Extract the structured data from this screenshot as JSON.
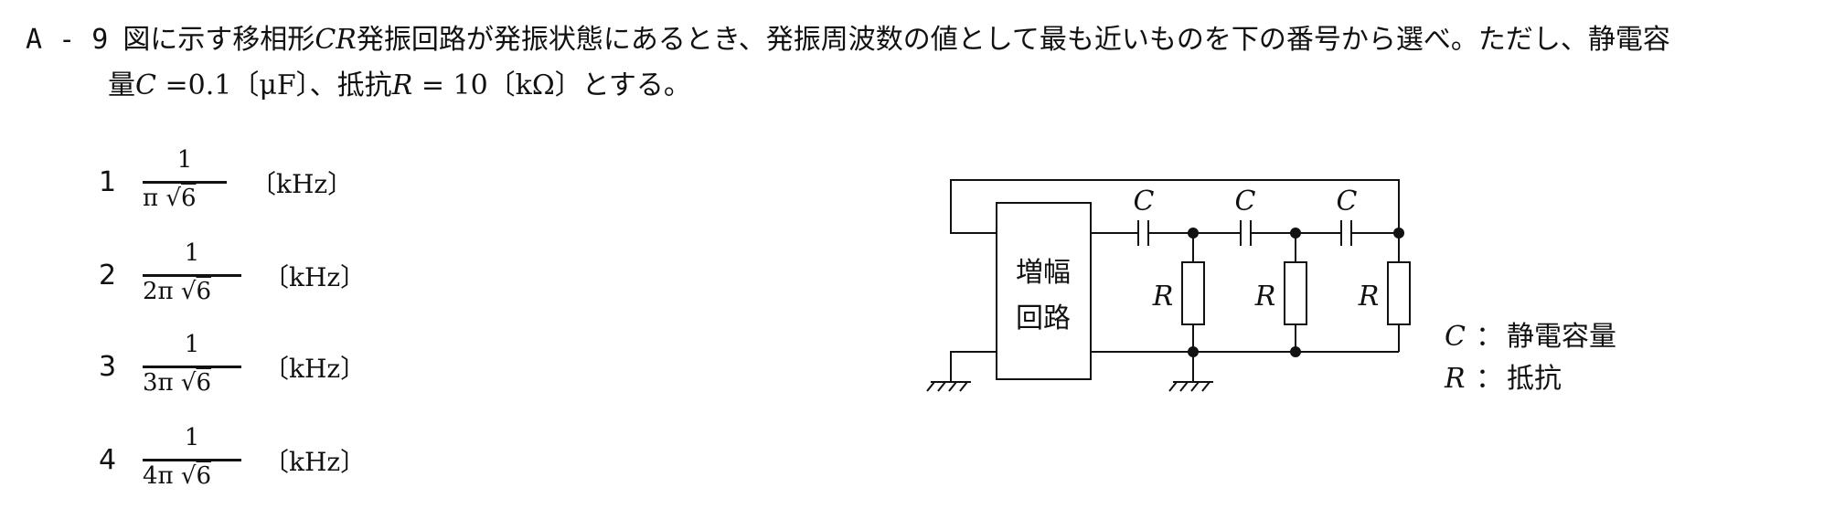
{
  "question": {
    "number": "A - 9",
    "line1": "図に示す移相形",
    "line1_cr": "CR",
    "line1_rest": "発振回路が発振状態にあるとき、発振周波数の値として最も近いものを下の番号から選べ。ただし、静電容",
    "line2_a": "量",
    "line2_c": "C",
    "line2_b": "=0.1〔μF〕、抵抗",
    "line2_r": "R",
    "line2_c2": "= 10〔kΩ〕とする。"
  },
  "options": [
    {
      "num": "1",
      "numerator": "1",
      "den_prefix": "π",
      "den_root": "6",
      "unit": "〔kHz〕"
    },
    {
      "num": "2",
      "numerator": "1",
      "den_prefix": "2π",
      "den_root": "6",
      "unit": "〔kHz〕"
    },
    {
      "num": "3",
      "numerator": "1",
      "den_prefix": "3π",
      "den_root": "6",
      "unit": "〔kHz〕"
    },
    {
      "num": "4",
      "numerator": "1",
      "den_prefix": "4π",
      "den_root": "6",
      "unit": "〔kHz〕"
    }
  ],
  "circuit": {
    "amp_label_1": "増幅",
    "amp_label_2": "回路",
    "cap_label": "C",
    "res_label": "R",
    "legend": [
      {
        "sym": "C",
        "sep": "：",
        "desc": "静電容量"
      },
      {
        "sym": "R",
        "sep": "：",
        "desc": "抵抗"
      }
    ]
  }
}
